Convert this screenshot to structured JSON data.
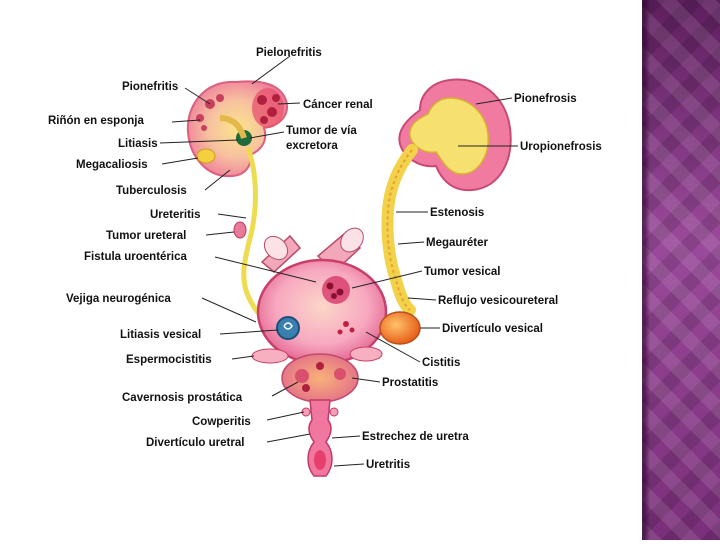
{
  "labels": {
    "pielonefritis": "Pielonefritis",
    "pionefritis": "Pionefritis",
    "rinon_esponja": "Riñón en esponja",
    "cancer_renal": "Cáncer renal",
    "litiasis": "Litiasis",
    "tumor_via_1": "Tumor de vía",
    "tumor_via_2": "excretora",
    "megacaliosis": "Megacaliosis",
    "tuberculosis": "Tuberculosis",
    "ureteritis": "Ureteritis",
    "tumor_ureteral": "Tumor ureteral",
    "fistula": "Fistula uroentérica",
    "vejiga_neurogenica": "Vejiga neurogénica",
    "litiasis_vesical": "Litiasis vesical",
    "espermocistitis": "Espermocistitis",
    "cavernosis": "Cavernosis prostática",
    "cowperitis": "Cowperitis",
    "diverticulo_uretral": "Divertículo uretral",
    "pionefrosis": "Pionefrosis",
    "uropionefrosis": "Uropionefrosis",
    "estenosis": "Estenosis",
    "megaureter": "Megauréter",
    "tumor_vesical": "Tumor vesical",
    "reflujo": "Reflujo vesicoureteral",
    "diverticulo_vesical": "Divertículo vesical",
    "cistitis": "Cistitis",
    "prostatitis": "Prostatitis",
    "estrechez": "Estrechez de uretra",
    "uretritis": "Uretritis"
  },
  "colors": {
    "kidney_pink": "#f4a0b4",
    "kidney_yellow": "#f7d774",
    "ureter_yellow": "#f2d24a",
    "bladder_pink": "#f7a8c0",
    "diverticulum_orange": "#f07a1e",
    "side_panel_purple": "#8a3a8a"
  }
}
